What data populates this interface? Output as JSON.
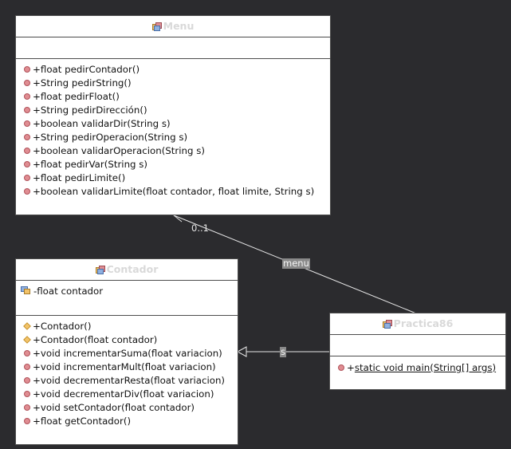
{
  "menu_class": {
    "name": "Menu",
    "attributes": [],
    "operations": [
      {
        "text": "+float pedirContador()"
      },
      {
        "text": "+String pedirString()"
      },
      {
        "text": "+float pedirFloat()"
      },
      {
        "text": "+String pedirDirección()"
      },
      {
        "text": "+boolean validarDir(String s)"
      },
      {
        "text": "+String pedirOperacion(String s)"
      },
      {
        "text": "+boolean validarOperacion(String s)"
      },
      {
        "text": "+float pedirVar(String s)"
      },
      {
        "text": "+float pedirLimite()"
      },
      {
        "text": "+boolean validarLimite(float contador, float limite, String s)"
      }
    ]
  },
  "contador_class": {
    "name": "Contador",
    "attributes": [
      {
        "text": "-float contador"
      }
    ],
    "operations": [
      {
        "text": "+Contador()"
      },
      {
        "text": "+Contador(float contador)"
      },
      {
        "text": "+void incrementarSuma(float variacion)"
      },
      {
        "text": "+void incrementarMult(float variacion)"
      },
      {
        "text": "+void decrementarResta(float variacion)"
      },
      {
        "text": "+void decrementarDiv(float variacion)"
      },
      {
        "text": "+void setContador(float contador)"
      },
      {
        "text": "+float getContador()"
      }
    ]
  },
  "practica_class": {
    "name": "Practica86",
    "attributes": [],
    "operations": [
      {
        "visibility": "+",
        "text": "static void main(String[] args)"
      }
    ]
  },
  "associations": {
    "menu_multiplicity": "0..1",
    "menu_role": "menu",
    "contador_role": "s"
  },
  "colors": {
    "background": "#2b2b2e",
    "class_fill": "#ffffff",
    "class_border": "#4d4d4d",
    "title_text": "#d9d9d9",
    "public_marker": "#e08d92",
    "constructor_marker": "#f2c36a",
    "edge": "#e6e6e6"
  }
}
